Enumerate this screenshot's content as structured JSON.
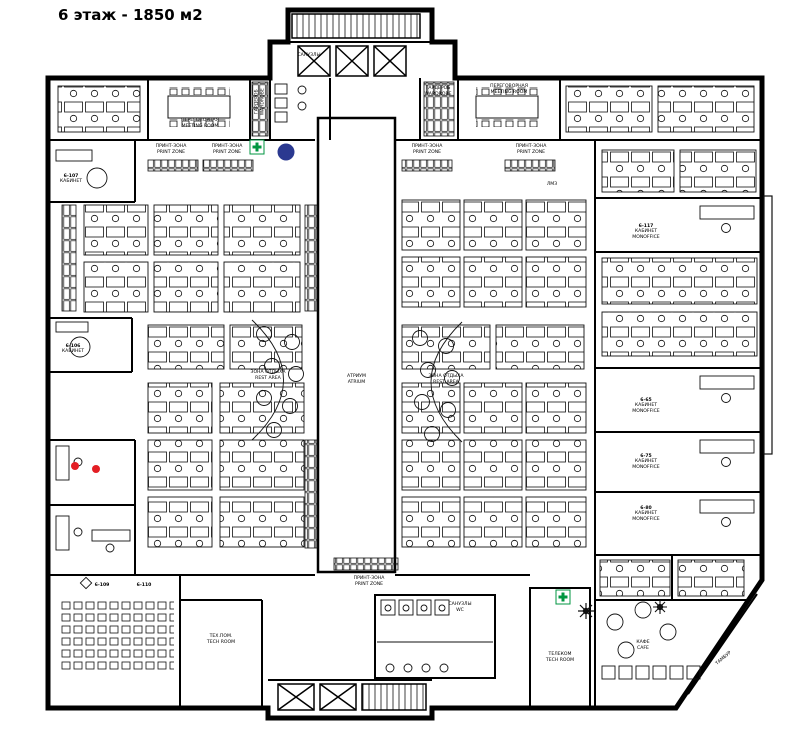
{
  "title": "6 этаж - 1850 м2",
  "markers": {
    "first_aid_color": "#009640",
    "blue_marker_color": "#2b3990",
    "red_marker_color": "#e31e24"
  },
  "rooms": {
    "wc_top": "САНУЗЛЫ",
    "wardrobe": "ГАРДЕРОБ\nWARDROBE",
    "meeting_room": "ПЕРЕГОВОРНАЯ\nMEETING ROOM",
    "print_zone": "ПРИНТ-ЗОНА\nPRINT ZONE",
    "rest_area": "ЗОНА ОТДЫХА\nREST AREA",
    "atrium": "АТРИУМ\nATRIUM",
    "wc_bottom": "САНУЗЛЫ\nWC",
    "tech_room": "ТЕХ.ПОМ.\nTECH ROOM",
    "telecom_room": "ТЕЛЕКОМ\nTECH ROOM",
    "cafe": "КАФЕ\nCAFE",
    "tambur": "ТАМБУР",
    "misc_note": "ЛМЗ"
  },
  "offices": {
    "o107": {
      "num": "6-107",
      "label": "КАБИНЕТ"
    },
    "o106": {
      "num": "6-106",
      "label": "КАБИНЕТ"
    },
    "o117": {
      "num": "6-117",
      "label": "КАБИНЕТ\nMONOFFICE"
    },
    "o65": {
      "num": "6-65",
      "label": "КАБИНЕТ\nMONOFFICE"
    },
    "o75": {
      "num": "6-75",
      "label": "КАБИНЕТ\nMONOFFICE"
    },
    "o80": {
      "num": "6-80",
      "label": "КАБИНЕТ\nMONOFFICE"
    },
    "o109": {
      "num": "6-109"
    },
    "o110": {
      "num": "6-110"
    }
  }
}
